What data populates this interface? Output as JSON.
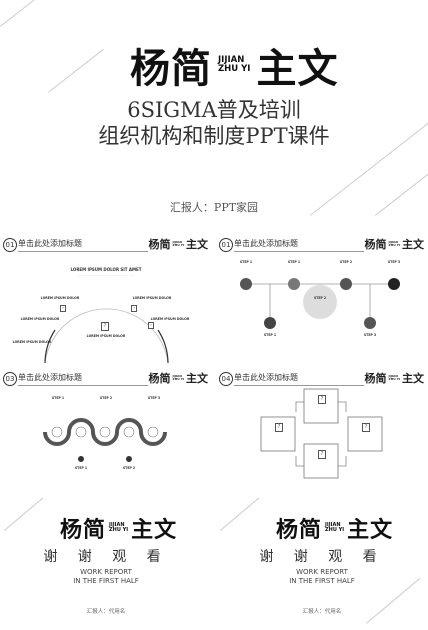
{
  "logo": {
    "main_left": "杨",
    "main_mid": "简",
    "main_right": "主文",
    "sub_line1": "JIJIAN",
    "sub_line2": "ZHU YI"
  },
  "cover": {
    "title_line1": "6SIGMA普及培训",
    "title_line2": "组织机构和制度PPT课件",
    "reporter": "汇报人：PPT家园"
  },
  "slides": [
    {
      "badge": "01",
      "title": "单击此处添加标题"
    },
    {
      "badge": "01",
      "title": "单击此处添加标题"
    },
    {
      "badge": "03",
      "title": "单击此处添加标题"
    },
    {
      "badge": "04",
      "title": "单击此处添加标题"
    }
  ],
  "slide1": {
    "heading": "LOREM IPSUM DOLOR SIT AMET",
    "labels": [
      "LOREM IPSUM DOLOR",
      "LOREM IPSUM DOLOR",
      "LOREM IPSUM DOLOR",
      "LOREM IPSUM DOLOR",
      "LOREM IPSUM DOLOR",
      "LOREM IPSUM DOLOR"
    ],
    "icon_glyph": "?"
  },
  "slide2": {
    "steps": [
      "STEP 1",
      "STEP 1",
      "STEP 2",
      "STEP 3"
    ],
    "center": "STEP 2",
    "bottom_steps": [
      "STEP 1",
      "STEP 3"
    ]
  },
  "slide3": {
    "steps_top": [
      "STEP 1",
      "STEP 2",
      "STEP 3"
    ],
    "steps_bottom": [
      "STEP 1",
      "STEP 2"
    ]
  },
  "end": {
    "thanks": "谢 谢 观 看",
    "work_line1": "WORK REPORT",
    "work_line2": "IN THE FIRST HALF",
    "reporter": "汇报人：代用名"
  }
}
